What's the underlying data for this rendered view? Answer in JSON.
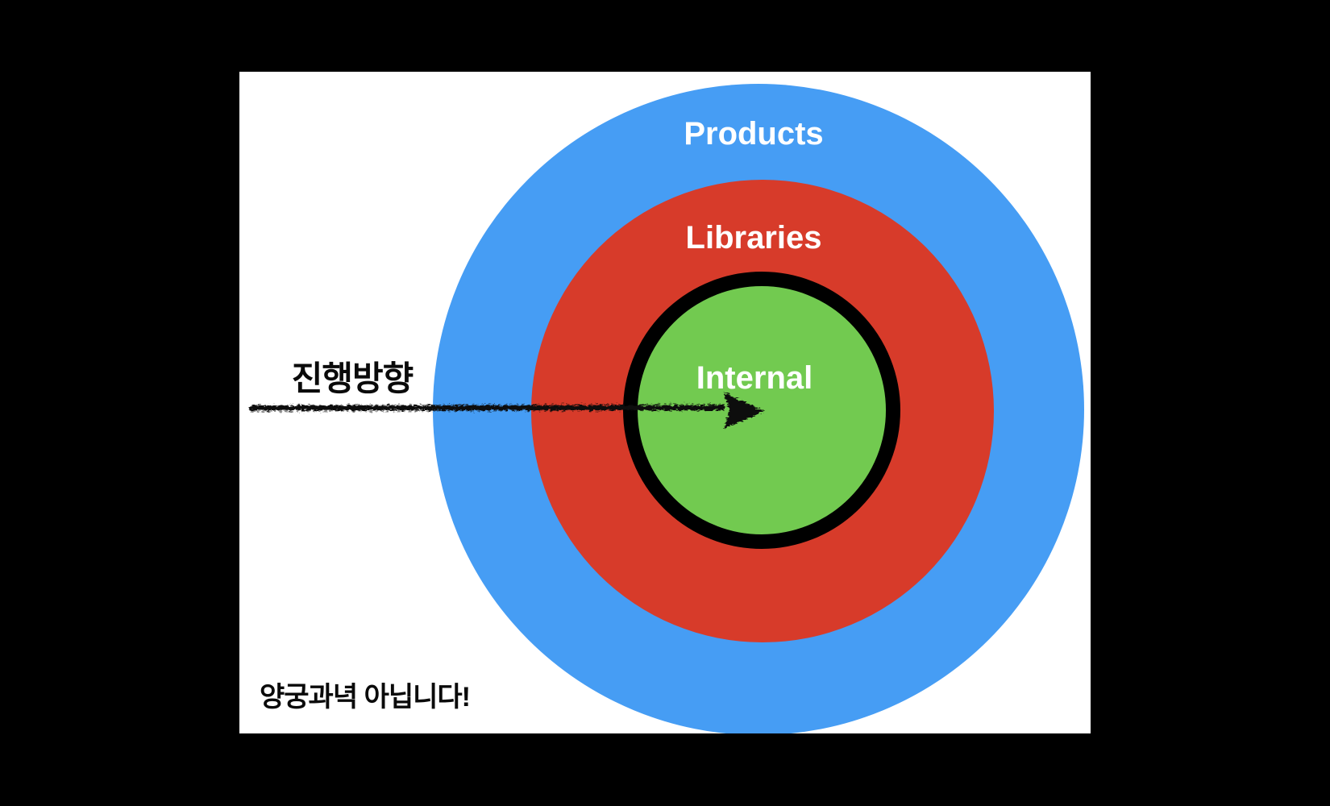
{
  "page": {
    "background": "#000000",
    "slide_background": "#ffffff"
  },
  "diagram": {
    "type": "concentric-target-rings",
    "rings": [
      {
        "label": "Products",
        "color": "#469df4",
        "text_color": "#ffffff"
      },
      {
        "label": "Libraries",
        "color": "#d73b2a",
        "text_color": "#ffffff"
      },
      {
        "label": "Internal",
        "color": "#72ca50",
        "text_color": "#ffffff",
        "border_color": "#000000"
      }
    ],
    "arrow": {
      "label": "진행방향",
      "color": "#0a0a0a"
    }
  },
  "footnote": {
    "text": "양궁과녁 아닙니다!"
  }
}
